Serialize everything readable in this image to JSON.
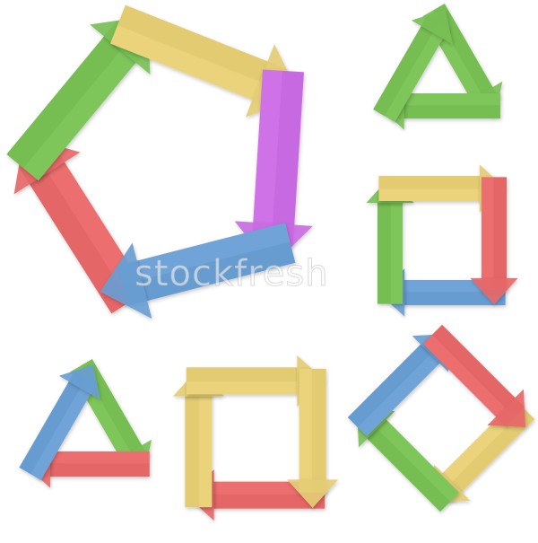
{
  "watermark": "stockfresh",
  "colors": {
    "green": "#7ec55a",
    "yellow": "#ead37a",
    "purple": "#cf72e8",
    "blue": "#6fa4d8",
    "red": "#ec6e6e",
    "background": "#ffffff"
  },
  "icons": [
    {
      "name": "pentagon-cycle-arrows-icon",
      "segments": 5,
      "colors": [
        "red",
        "green",
        "yellow",
        "purple",
        "blue"
      ]
    },
    {
      "name": "recycle-triangle-green-icon",
      "segments": 3,
      "colors": [
        "green",
        "green",
        "green"
      ]
    },
    {
      "name": "square-cycle-arrows-icon",
      "segments": 4,
      "colors": [
        "blue",
        "green",
        "yellow",
        "red"
      ]
    },
    {
      "name": "recycle-triangle-tricolor-icon",
      "segments": 3,
      "colors": [
        "green",
        "red",
        "blue"
      ]
    },
    {
      "name": "octagon-cycle-arrows-icon",
      "segments": 4,
      "colors": [
        "red",
        "yellow",
        "yellow",
        "yellow"
      ]
    },
    {
      "name": "diamond-cycle-arrows-icon",
      "segments": 4,
      "colors": [
        "yellow",
        "green",
        "blue",
        "red"
      ]
    }
  ]
}
